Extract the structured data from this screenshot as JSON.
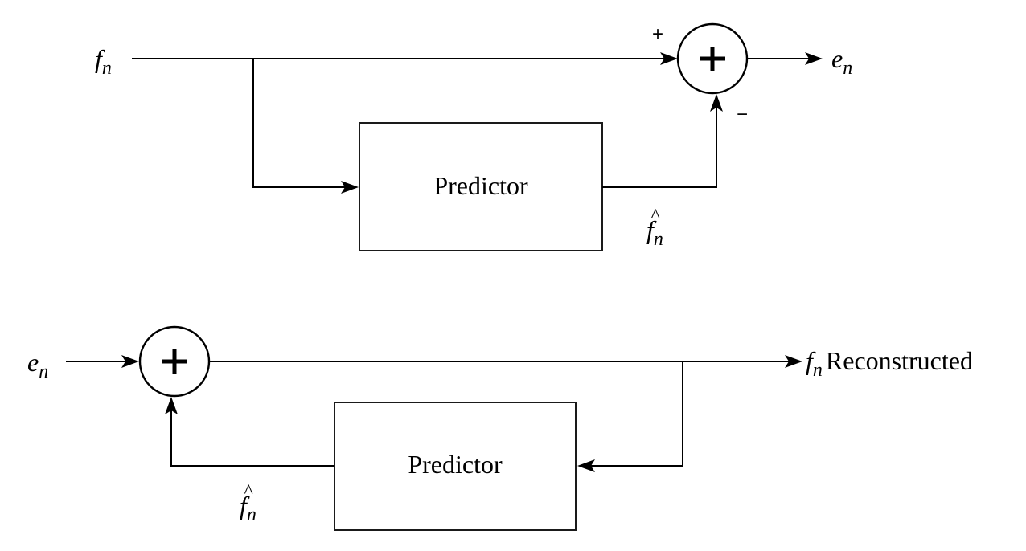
{
  "diagram": {
    "type": "block-diagram",
    "title": "",
    "encoder": {
      "input_label": {
        "main": "f",
        "sub": "n"
      },
      "output_label": {
        "main": "e",
        "sub": "n"
      },
      "summer_symbol": "+",
      "summer_input_signs": {
        "top_left": "+",
        "bottom": "−"
      },
      "predictor_label": "Predictor",
      "prediction_label": {
        "main": "f",
        "hat": "^",
        "sub": "n"
      }
    },
    "decoder": {
      "input_label": {
        "main": "e",
        "sub": "n"
      },
      "output_label": {
        "main": "f",
        "sub": "n",
        "suffix": "Reconstructed"
      },
      "summer_symbol": "+",
      "predictor_label": "Predictor",
      "prediction_label": {
        "main": "f",
        "hat": "^",
        "sub": "n"
      }
    },
    "colors": {
      "stroke": "#000000",
      "background": "#ffffff"
    }
  }
}
